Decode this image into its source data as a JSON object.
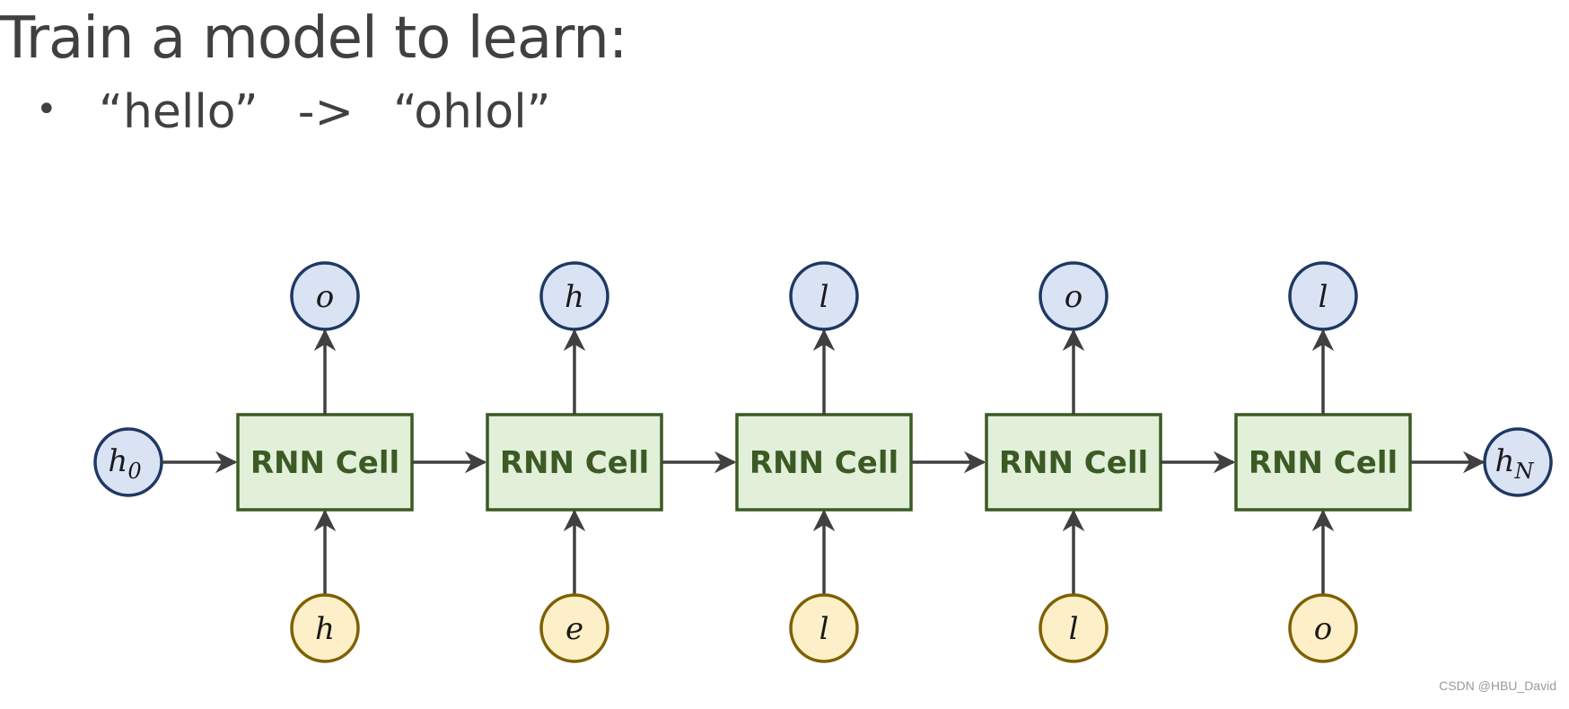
{
  "title": "Train a model to learn:",
  "bullet": {
    "symbol": "•",
    "input": "“hello”",
    "arrow": "->",
    "output": "“ohlol”"
  },
  "diagram": {
    "cells": [
      {
        "label": "RNN Cell",
        "input": "h",
        "output": "o"
      },
      {
        "label": "RNN Cell",
        "input": "e",
        "output": "h"
      },
      {
        "label": "RNN Cell",
        "input": "l",
        "output": "l"
      },
      {
        "label": "RNN Cell",
        "input": "l",
        "output": "o"
      },
      {
        "label": "RNN Cell",
        "input": "o",
        "output": "l"
      }
    ],
    "initial_state": {
      "base": "h",
      "sub": "0"
    },
    "final_state": {
      "base": "h",
      "sub": "N"
    },
    "colors": {
      "cell_fill": "#e2efd9",
      "cell_stroke": "#3b5a24",
      "output_fill": "#d9e3f4",
      "output_stroke": "#1f3864",
      "input_fill": "#fdf0c8",
      "input_stroke": "#7f6000",
      "arrow": "#404040"
    }
  },
  "watermark": "CSDN @HBU_David"
}
